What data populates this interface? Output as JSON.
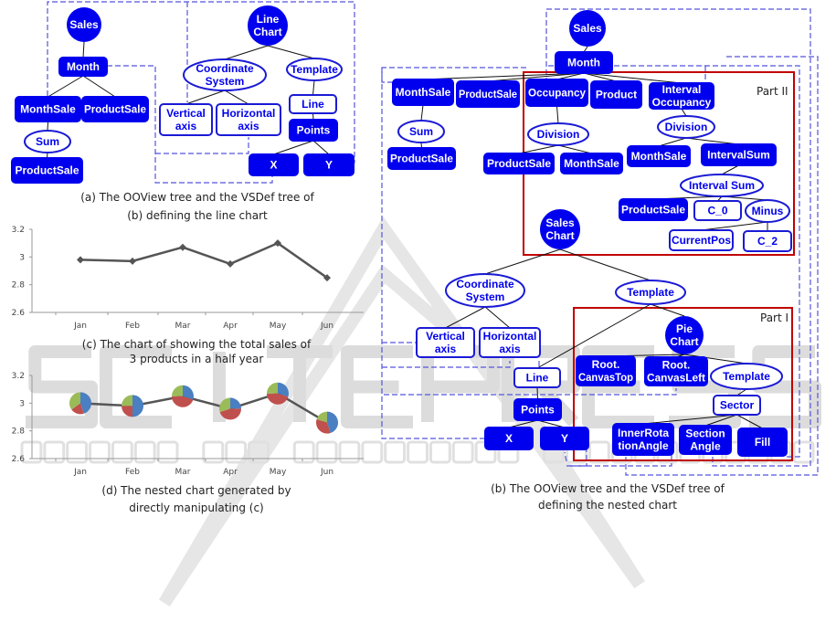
{
  "watermark": {
    "big": "SCITEPRESS",
    "small": "SCIENCE AND TECHNOLOGY PUBLICATIONS"
  },
  "colors": {
    "node_fill": "#0000ee",
    "node_outline": "#1a1ad6",
    "dash": "#5555dd",
    "part_box": "#c00000",
    "line": "#555555",
    "pie": [
      "#4a7fc1",
      "#c0504d",
      "#9bbb59"
    ]
  },
  "captions": {
    "a_line1": "(a)   The OOView tree and the VSDef tree of",
    "a_line2": "(b)   defining the line chart",
    "c_line1": "(c) The chart of showing the total sales of",
    "c_line2": "3 products in a half year",
    "d_line1": "(d) The nested chart generated by",
    "d_line2": "directly manipulating (c)",
    "b_line1": "(b) The OOView tree and the VSDef tree of",
    "b_line2": "defining the nested chart"
  },
  "parts": {
    "part1": "Part I",
    "part2": "Part II"
  },
  "nodes": [
    {
      "id": "a_sales",
      "label": "Sales",
      "shape": "circle"
    },
    {
      "id": "a_month",
      "label": "Month",
      "shape": "filled"
    },
    {
      "id": "a_monthsale",
      "label": "MonthSale",
      "shape": "filled"
    },
    {
      "id": "a_productsale",
      "label": "ProductSale",
      "shape": "filled"
    },
    {
      "id": "a_sum",
      "label": "Sum",
      "shape": "ellipse"
    },
    {
      "id": "a_productsale2",
      "label": "ProductSale",
      "shape": "filled"
    },
    {
      "id": "a_linechart",
      "label": "Line\nChart",
      "shape": "circle"
    },
    {
      "id": "a_coord",
      "label": "Coordinate\nSystem",
      "shape": "ellipse"
    },
    {
      "id": "a_template",
      "label": "Template",
      "shape": "ellipse"
    },
    {
      "id": "a_vertical",
      "label": "Vertical\naxis",
      "shape": "outline"
    },
    {
      "id": "a_horizontal",
      "label": "Horizontal\naxis",
      "shape": "outline"
    },
    {
      "id": "a_line",
      "label": "Line",
      "shape": "outline"
    },
    {
      "id": "a_points",
      "label": "Points",
      "shape": "filled"
    },
    {
      "id": "a_x",
      "label": "X",
      "shape": "filled"
    },
    {
      "id": "a_y",
      "label": "Y",
      "shape": "filled"
    },
    {
      "id": "b_sales",
      "label": "Sales",
      "shape": "circle"
    },
    {
      "id": "b_month",
      "label": "Month",
      "shape": "filled"
    },
    {
      "id": "b_monthsale",
      "label": "MonthSale",
      "shape": "filled"
    },
    {
      "id": "b_productsale",
      "label": "ProductSale",
      "shape": "filled"
    },
    {
      "id": "b_occupancy",
      "label": "Occupancy",
      "shape": "filled"
    },
    {
      "id": "b_product",
      "label": "Product",
      "shape": "filled"
    },
    {
      "id": "b_intocc",
      "label": "Interval\nOccupancy",
      "shape": "filled"
    },
    {
      "id": "b_sum",
      "label": "Sum",
      "shape": "ellipse"
    },
    {
      "id": "b_productsale2",
      "label": "ProductSale",
      "shape": "filled"
    },
    {
      "id": "b_division1",
      "label": "Division",
      "shape": "ellipse"
    },
    {
      "id": "b_productsale3",
      "label": "ProductSale",
      "shape": "filled"
    },
    {
      "id": "b_monthsale2",
      "label": "MonthSale",
      "shape": "filled"
    },
    {
      "id": "b_division2",
      "label": "Division",
      "shape": "ellipse"
    },
    {
      "id": "b_monthsale3",
      "label": "MonthSale",
      "shape": "filled"
    },
    {
      "id": "b_intervalsum",
      "label": "IntervalSum",
      "shape": "filled"
    },
    {
      "id": "b_intervalsum2",
      "label": "Interval Sum",
      "shape": "ellipse"
    },
    {
      "id": "b_productsale4",
      "label": "ProductSale",
      "shape": "filled"
    },
    {
      "id": "b_c0",
      "label": "C_0",
      "shape": "outline"
    },
    {
      "id": "b_minus",
      "label": "Minus",
      "shape": "ellipse"
    },
    {
      "id": "b_currentpos",
      "label": "CurrentPos",
      "shape": "outline"
    },
    {
      "id": "b_c2",
      "label": "C_2",
      "shape": "outline"
    },
    {
      "id": "b_saleschart",
      "label": "Sales\nChart",
      "shape": "circle"
    },
    {
      "id": "b_coord",
      "label": "Coordinate\nSystem",
      "shape": "ellipse"
    },
    {
      "id": "b_template",
      "label": "Template",
      "shape": "ellipse"
    },
    {
      "id": "b_vertical",
      "label": "Vertical\naxis",
      "shape": "outline"
    },
    {
      "id": "b_horizontal",
      "label": "Horizontal\naxis",
      "shape": "outline"
    },
    {
      "id": "b_line",
      "label": "Line",
      "shape": "outline"
    },
    {
      "id": "b_points",
      "label": "Points",
      "shape": "filled"
    },
    {
      "id": "b_x",
      "label": "X",
      "shape": "filled"
    },
    {
      "id": "b_y",
      "label": "Y",
      "shape": "filled"
    },
    {
      "id": "b_piechart",
      "label": "Pie\nChart",
      "shape": "circle"
    },
    {
      "id": "b_root1",
      "label": "Root.\nCanvasTop",
      "shape": "filled"
    },
    {
      "id": "b_root2",
      "label": "Root.\nCanvasLeft",
      "shape": "filled"
    },
    {
      "id": "b_template2",
      "label": "Template",
      "shape": "ellipse"
    },
    {
      "id": "b_sector",
      "label": "Sector",
      "shape": "outline"
    },
    {
      "id": "b_inner",
      "label": "InnerRota\ntionAngle",
      "shape": "filled"
    },
    {
      "id": "b_section",
      "label": "Section\nAngle",
      "shape": "filled"
    },
    {
      "id": "b_fill",
      "label": "Fill",
      "shape": "filled"
    }
  ],
  "edges": [
    [
      "a_sales",
      "a_month"
    ],
    [
      "a_month",
      "a_monthsale"
    ],
    [
      "a_month",
      "a_productsale"
    ],
    [
      "a_monthsale",
      "a_sum"
    ],
    [
      "a_sum",
      "a_productsale2"
    ],
    [
      "a_linechart",
      "a_coord"
    ],
    [
      "a_linechart",
      "a_template"
    ],
    [
      "a_coord",
      "a_vertical"
    ],
    [
      "a_coord",
      "a_horizontal"
    ],
    [
      "a_template",
      "a_line"
    ],
    [
      "a_line",
      "a_points"
    ],
    [
      "a_points",
      "a_x"
    ],
    [
      "a_points",
      "a_y"
    ],
    [
      "b_sales",
      "b_month"
    ],
    [
      "b_month",
      "b_monthsale"
    ],
    [
      "b_month",
      "b_productsale"
    ],
    [
      "b_month",
      "b_occupancy"
    ],
    [
      "b_month",
      "b_product"
    ],
    [
      "b_month",
      "b_intocc"
    ],
    [
      "b_monthsale",
      "b_sum"
    ],
    [
      "b_sum",
      "b_productsale2"
    ],
    [
      "b_occupancy",
      "b_division1"
    ],
    [
      "b_division1",
      "b_productsale3"
    ],
    [
      "b_division1",
      "b_monthsale2"
    ],
    [
      "b_intocc",
      "b_division2"
    ],
    [
      "b_division2",
      "b_monthsale3"
    ],
    [
      "b_division2",
      "b_intervalsum"
    ],
    [
      "b_intervalsum",
      "b_intervalsum2"
    ],
    [
      "b_intervalsum2",
      "b_productsale4"
    ],
    [
      "b_intervalsum2",
      "b_c0"
    ],
    [
      "b_intervalsum2",
      "b_minus"
    ],
    [
      "b_minus",
      "b_currentpos"
    ],
    [
      "b_minus",
      "b_c2"
    ],
    [
      "b_saleschart",
      "b_coord"
    ],
    [
      "b_saleschart",
      "b_template"
    ],
    [
      "b_coord",
      "b_vertical"
    ],
    [
      "b_coord",
      "b_horizontal"
    ],
    [
      "b_template",
      "b_line"
    ],
    [
      "b_template",
      "b_piechart"
    ],
    [
      "b_line",
      "b_points"
    ],
    [
      "b_points",
      "b_x"
    ],
    [
      "b_points",
      "b_y"
    ],
    [
      "b_piechart",
      "b_root1"
    ],
    [
      "b_piechart",
      "b_root2"
    ],
    [
      "b_piechart",
      "b_template2"
    ],
    [
      "b_template2",
      "b_sector"
    ],
    [
      "b_sector",
      "b_inner"
    ],
    [
      "b_sector",
      "b_section"
    ],
    [
      "b_sector",
      "b_fill"
    ]
  ],
  "chart_data": [
    {
      "type": "line",
      "categories": [
        "Jan",
        "Feb",
        "Mar",
        "Apr",
        "May",
        "Jun"
      ],
      "values": [
        2.98,
        2.97,
        3.07,
        2.95,
        3.1,
        2.85
      ],
      "ylim": [
        2.6,
        3.2
      ],
      "yticks": [
        "2.6",
        "2.8",
        "3",
        "3.2"
      ],
      "grid": false,
      "marker": "diamond"
    },
    {
      "type": "line",
      "categories": [
        "Jan",
        "Feb",
        "Mar",
        "Apr",
        "May",
        "Jun"
      ],
      "values": [
        3.0,
        2.98,
        3.05,
        2.96,
        3.07,
        2.86
      ],
      "ylim": [
        2.6,
        3.2
      ],
      "yticks": [
        "2.6",
        "2.8",
        "3",
        "3.2"
      ],
      "grid": false,
      "marker": "pie",
      "pie_shares": [
        [
          0.45,
          0.2,
          0.35
        ],
        [
          0.5,
          0.25,
          0.25
        ],
        [
          0.3,
          0.45,
          0.25
        ],
        [
          0.25,
          0.45,
          0.3
        ],
        [
          0.3,
          0.45,
          0.25
        ],
        [
          0.45,
          0.35,
          0.2
        ]
      ]
    }
  ]
}
